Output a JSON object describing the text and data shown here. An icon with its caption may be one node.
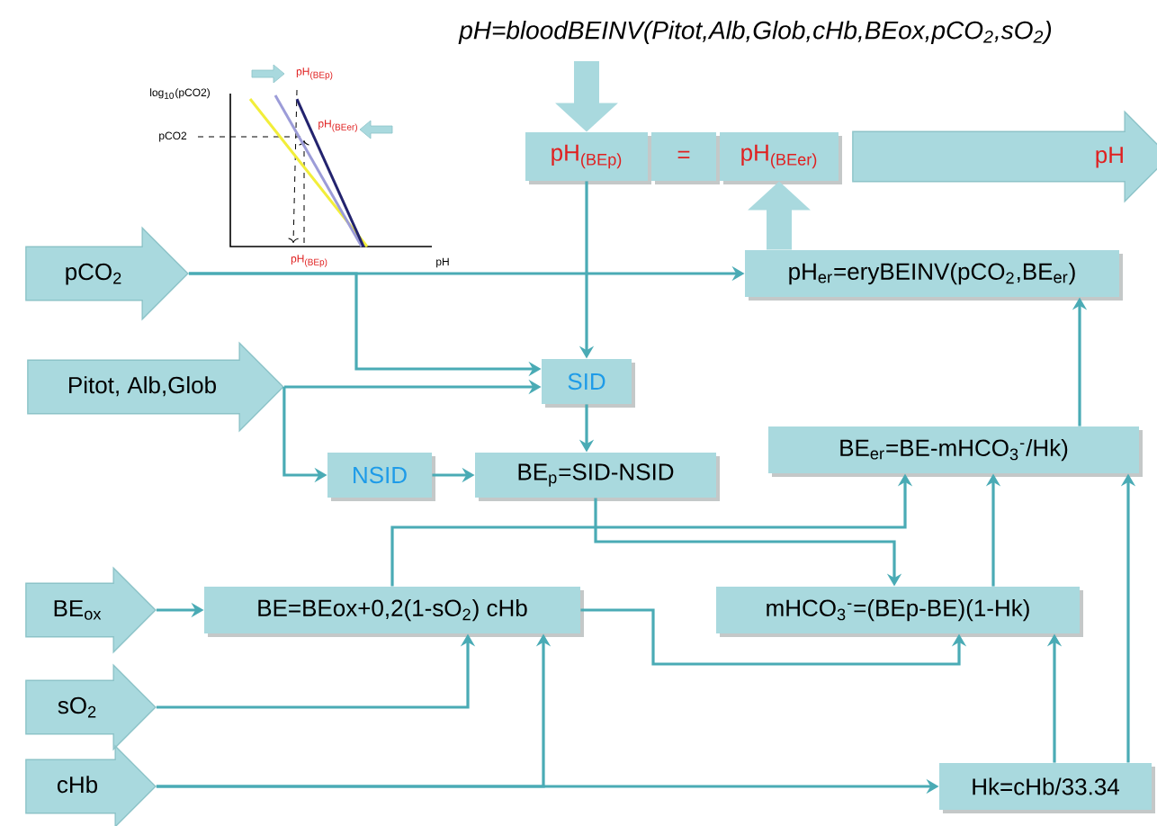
{
  "diagram": {
    "title": "pH=bloodBEINV(Pitot,Alb,Glob,cHb,BEox,pCO$_{2}$,sO$_{2}$)",
    "nodes": [
      {
        "text": [
          "pH$_{(BEp)}$"
        ]
      },
      {
        "text": [
          "="
        ]
      },
      {
        "text": [
          "pH$_{(BEer)}$"
        ]
      },
      {
        "text": [
          "pH"
        ]
      },
      {
        "text": [
          "pCO$_{2}$"
        ]
      },
      {
        "text": [
          "Pitot, Alb,Glob"
        ]
      },
      {
        "text": [
          "BE$_{ox}$"
        ]
      },
      {
        "text": [
          "sO$_{2}$"
        ]
      },
      {
        "text": [
          "cHb"
        ]
      },
      {
        "text": [
          "pH$_{er}$=eryBEINV(pCO$_{2}$,BE$_{er}$)"
        ]
      },
      {
        "text": [
          "SID"
        ]
      },
      {
        "text": [
          "NSID"
        ]
      },
      {
        "text": [
          "BE$_{p}$=SID-NSID"
        ]
      },
      {
        "text": [
          "BE$_{er}$=BE-mHCO$_{3}$$^{-}$/Hk)"
        ]
      },
      {
        "text": [
          "BE=BEox+0,2(1-sO$_{2}$) cHb"
        ]
      },
      {
        "text": [
          "mHCO$_{3}$$^{-}$=(BEp-BE)(1-Hk)"
        ]
      },
      {
        "text": [
          "Hk=cHb/33.34"
        ]
      }
    ],
    "edges": [
      {
        "from": null,
        "to": 0,
        "arrow": "to",
        "style": "thick",
        "color": "#a9d9de"
      },
      {
        "from": 9,
        "to": 2,
        "arrow": "to",
        "style": "thick",
        "color": "#a9d9de"
      },
      {
        "from": 4,
        "to": 9,
        "arrow": "to"
      },
      {
        "from": 4,
        "to": 10,
        "arrow": "to"
      },
      {
        "from": 0,
        "to": 10,
        "arrow": "to"
      },
      {
        "from": 5,
        "to": 10,
        "arrow": "to"
      },
      {
        "from": 5,
        "to": 11,
        "arrow": "to"
      },
      {
        "from": 11,
        "to": 12,
        "arrow": "to"
      },
      {
        "from": 10,
        "to": 12,
        "arrow": "to"
      },
      {
        "from": 12,
        "to": 15,
        "arrow": "to"
      },
      {
        "from": 14,
        "to": 13,
        "arrow": "to"
      },
      {
        "from": 15,
        "to": 13,
        "arrow": "to"
      },
      {
        "from": 14,
        "to": 15,
        "arrow": "to"
      },
      {
        "from": 16,
        "to": 15,
        "arrow": "to"
      },
      {
        "from": 16,
        "to": 13,
        "arrow": "to"
      },
      {
        "from": 13,
        "to": 9,
        "arrow": "to"
      },
      {
        "from": 6,
        "to": 14,
        "arrow": "to"
      },
      {
        "from": 7,
        "to": 14,
        "arrow": "to"
      },
      {
        "from": 8,
        "to": 16,
        "arrow": "to"
      },
      {
        "from": 8,
        "to": 14,
        "arrow": "to"
      }
    ],
    "labels": [
      "pH$_{(BEp)}$",
      "log$_{10}$(pCO2)",
      "pH$_{(BEer)}$",
      "pCO2",
      "pH$_{(BEp)}$",
      "pH"
    ]
  }
}
